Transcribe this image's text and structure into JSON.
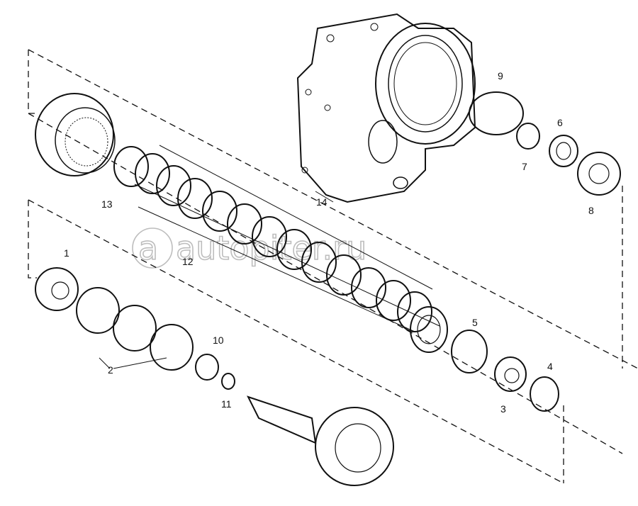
{
  "diagram": {
    "callouts": [
      "1",
      "2",
      "3",
      "4",
      "5",
      "6",
      "7",
      "8",
      "9",
      "10",
      "11",
      "12",
      "13",
      "14"
    ],
    "watermark": "autopiter.ru"
  },
  "colors": {
    "ink": "#111111",
    "watermark": "#bdbdbd"
  }
}
